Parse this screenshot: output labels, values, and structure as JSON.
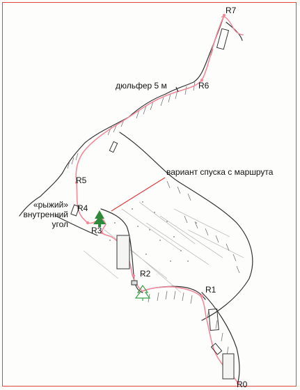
{
  "labels": {
    "r0": "R0",
    "r1": "R1",
    "r2": "R2",
    "r3": "R3",
    "r4": "R4",
    "r5": "R5",
    "r6": "R6",
    "r7": "R7",
    "rappel": "дюльфер 5 м",
    "descent": "вариант спуска с маршрута",
    "corner_1": "«рыжий»",
    "corner_2": "внутренний",
    "corner_3": "угол"
  },
  "colors": {
    "frame": "#e0453a",
    "route": "#f08a9a",
    "terrain": "#333333",
    "tree": "#2d8a3a",
    "tree_outline": "#3aa04a",
    "pointer": "#e03a3a"
  }
}
